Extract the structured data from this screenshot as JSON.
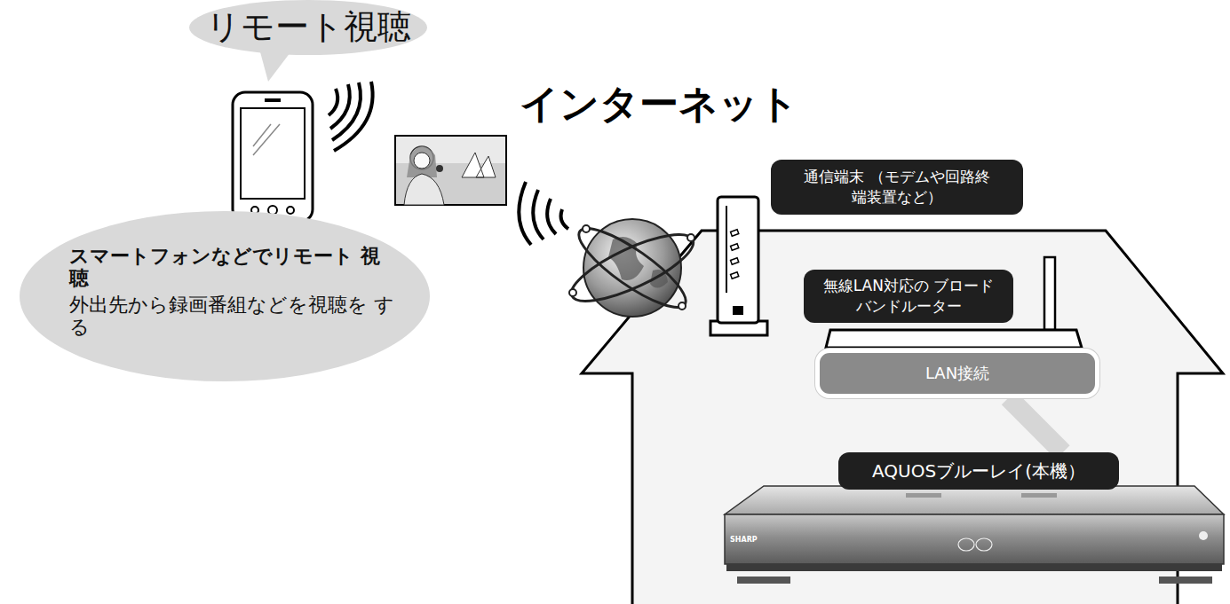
{
  "diagram": {
    "nodes": [
      {
        "text": [
          "リモート視聴"
        ]
      },
      {
        "text": [
          "スマートフォンなどでリモート 視聴",
          "外出先から録画番組などを視聴を する"
        ]
      },
      {
        "text": [
          "通信端末 （モデムや回路終端装置など）"
        ]
      },
      {
        "text": [
          "無線LAN対応の ブロードバンドルーター"
        ]
      },
      {
        "text": [
          "LAN接続"
        ]
      },
      {
        "text": [
          "AQUOSブルーレイ(本機）"
        ]
      }
    ],
    "edges": [
      {
        "from": 4,
        "to": 5,
        "arrow": "none"
      }
    ],
    "labels": [
      "インターネット",
      "SHARP"
    ]
  }
}
